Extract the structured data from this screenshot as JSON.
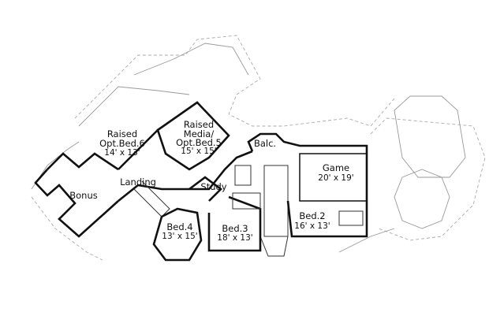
{
  "plan": {
    "rooms": [
      {
        "id": "bed6",
        "lines": [
          "Raised",
          "Opt.Bed.6",
          "14' x 13'"
        ]
      },
      {
        "id": "media",
        "lines": [
          "Raised",
          "Media/",
          "Opt.Bed.5",
          "15' x 15'"
        ]
      },
      {
        "id": "balc",
        "lines": [
          "Balc."
        ]
      },
      {
        "id": "game",
        "lines": [
          "Game",
          "20' x 19'"
        ]
      },
      {
        "id": "bonus",
        "lines": [
          "Bonus"
        ]
      },
      {
        "id": "landing",
        "lines": [
          "Landing"
        ]
      },
      {
        "id": "study",
        "lines": [
          "Study"
        ]
      },
      {
        "id": "bed4",
        "lines": [
          "Bed.4",
          "13' x 15'"
        ]
      },
      {
        "id": "bed3",
        "lines": [
          "Bed.3",
          "18' x 13'"
        ]
      },
      {
        "id": "bed2",
        "lines": [
          "Bed.2",
          "16' x 13'"
        ]
      }
    ]
  }
}
